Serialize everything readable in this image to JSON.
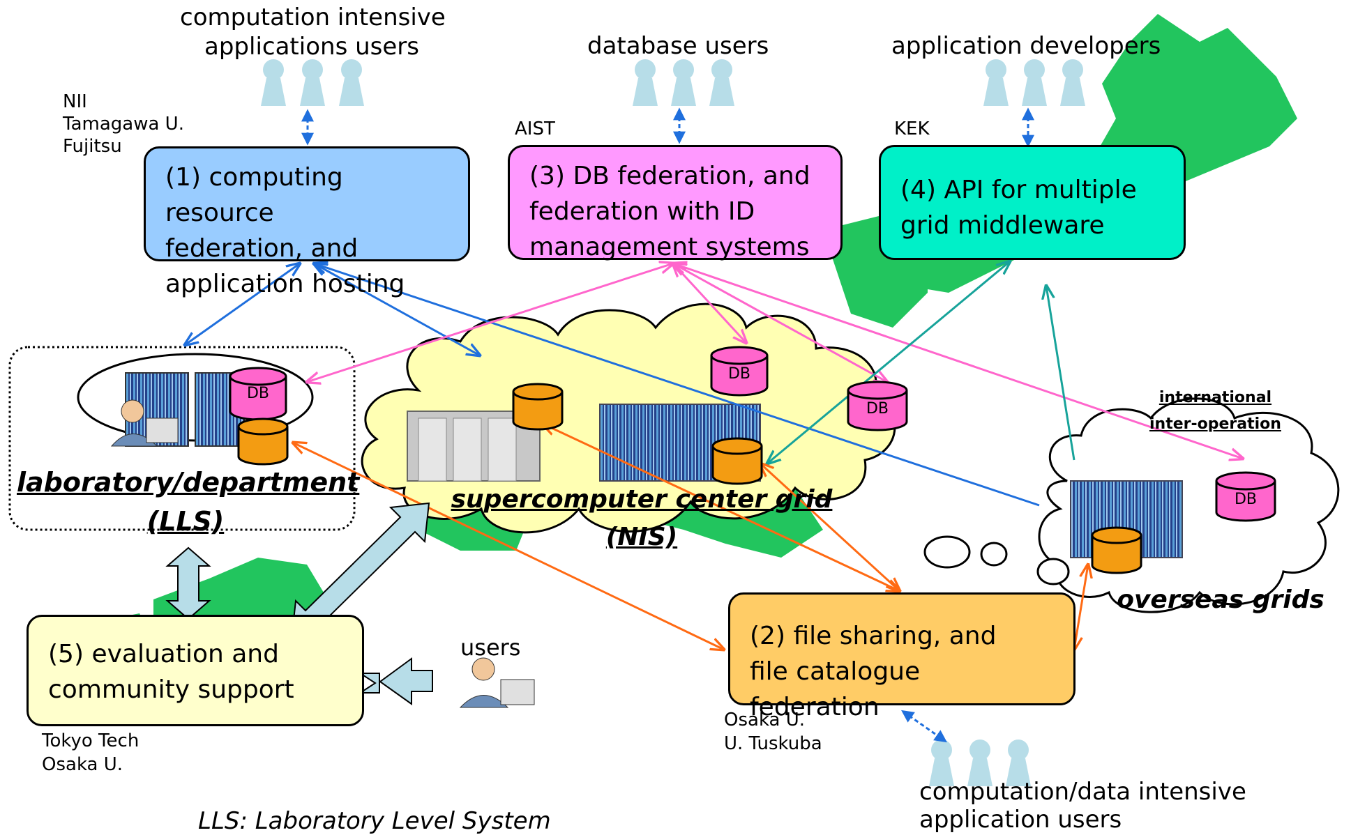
{
  "users": {
    "computation": [
      "computation intensive",
      "applications users"
    ],
    "database": "database users",
    "developers": "application developers",
    "local": "users",
    "data_intensive": [
      "computation/data intensive",
      "application users"
    ]
  },
  "orgs": {
    "box1": [
      "NII",
      "Tamagawa U.",
      "Fujitsu"
    ],
    "box3": "AIST",
    "box4": "KEK",
    "box5": [
      "Tokyo Tech",
      "Osaka U."
    ],
    "box2": [
      "Osaka U.",
      "U. Tuskuba"
    ]
  },
  "boxes": {
    "box1": [
      "(1) computing resource",
      "federation,  and",
      "application hosting"
    ],
    "box3": [
      "(3) DB federation,  and",
      "federation with ID",
      "management systems"
    ],
    "box4": [
      "(4) API for multiple",
      "grid middleware"
    ],
    "box5": [
      "(5) evaluation and",
      "community support"
    ],
    "box2": [
      "(2) file sharing,  and",
      "file catalogue federation"
    ]
  },
  "labels": {
    "lls": [
      "laboratory/department",
      "(LLS)"
    ],
    "nis": [
      "supercomputer center grid",
      "(NIS)"
    ],
    "overseas": "overseas grids",
    "international": [
      "international",
      "inter-operation"
    ],
    "db": "DB",
    "footnote": "LLS: Laboratory Level System"
  },
  "colors": {
    "box1": "#99ccff",
    "box3": "#ff99ff",
    "box4": "#00f0c8",
    "box5": "#ffffcc",
    "box2": "#ffcc66",
    "map": "#22c55e",
    "cloud": "#ffffb3",
    "user_icon": "#b7dde8",
    "arrow_blue": "#1f6fdd",
    "arrow_pink": "#ff66cc",
    "arrow_orange": "#ff6a13",
    "arrow_teal": "#17a39a",
    "db_pink": "#ff66cc",
    "db_orange": "#f39c12"
  }
}
